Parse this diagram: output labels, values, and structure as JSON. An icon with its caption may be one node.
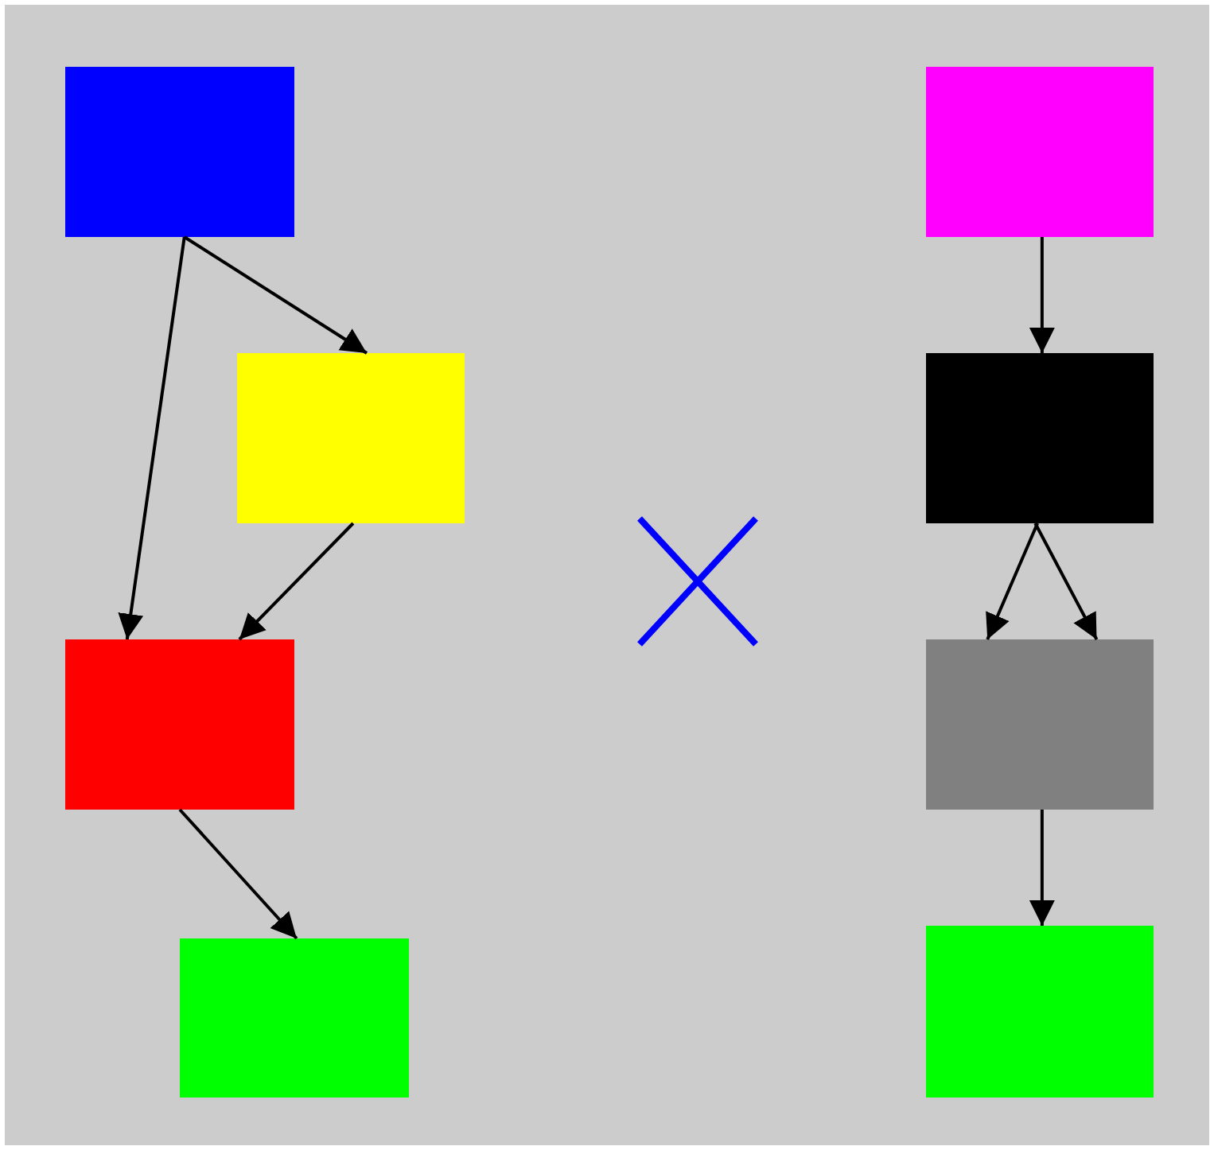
{
  "diagram": {
    "nodes": [
      {
        "text": [],
        "shape": "box"
      },
      {
        "text": [],
        "shape": "box"
      },
      {
        "text": [],
        "shape": "box"
      },
      {
        "text": [],
        "shape": "box"
      },
      {
        "text": [],
        "shape": "box"
      },
      {
        "text": [],
        "shape": "box"
      },
      {
        "text": [],
        "shape": "box"
      },
      {
        "text": [],
        "shape": "box"
      }
    ],
    "edges": [
      {
        "from": 0,
        "to": 1,
        "arrow": "to"
      },
      {
        "from": 0,
        "to": 2,
        "arrow": "to"
      },
      {
        "from": 1,
        "to": 2,
        "arrow": "to"
      },
      {
        "from": 2,
        "to": 3,
        "arrow": "to"
      },
      {
        "from": 4,
        "to": 5,
        "arrow": "to"
      },
      {
        "from": 5,
        "to": 6,
        "arrow": "to"
      },
      {
        "from": 5,
        "to": 6,
        "arrow": "to"
      },
      {
        "from": 6,
        "to": 7,
        "arrow": "to"
      }
    ]
  }
}
